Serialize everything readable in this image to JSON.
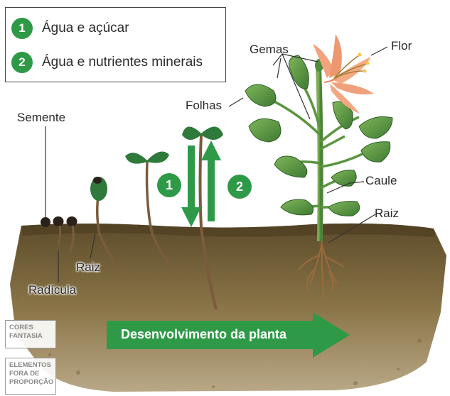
{
  "legend": {
    "items": [
      {
        "number": "1",
        "text": "Água e açúcar"
      },
      {
        "number": "2",
        "text": "Água e nutrientes minerais"
      }
    ]
  },
  "labels": {
    "semente": "Semente",
    "radicula": "Radícula",
    "raiz_seedling": "Raiz",
    "folhas": "Folhas",
    "gemas": "Gemas",
    "flor": "Flor",
    "caule": "Caule",
    "raiz_plant": "Raiz"
  },
  "flow_badges": {
    "down": "1",
    "up": "2"
  },
  "arrow_text": "Desenvolvimento da planta",
  "notes": {
    "colors": "CORES FANTASIA",
    "proportion": "ELEMENTOS FORA DE PROPORÇÃO"
  },
  "colors": {
    "accent_green": "#2e9a47",
    "soil": "#6e5b38",
    "leaf": "#4f8c3c",
    "flower": "#f0a67e"
  }
}
